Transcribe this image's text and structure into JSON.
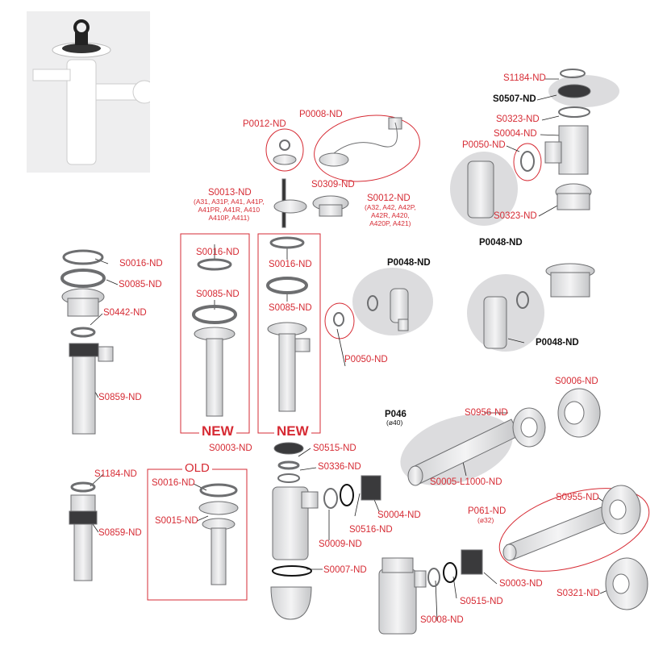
{
  "labels": {
    "s1184_top": "S1184-ND",
    "s0507": "S0507-ND",
    "s0323_top": "S0323-ND",
    "s0004_top": "S0004-ND",
    "p0050_top": "P0050-ND",
    "s0323_bot": "S0323-ND",
    "p0048_top": "P0048-ND",
    "p0012": "P0012-ND",
    "p0008": "P0008-ND",
    "s0013": "S0013-ND",
    "s0013_sub": "(A31, A31P, A41, A41P,\nA41PR, A41R, A410\nA410P, A411)",
    "s0309": "S0309-ND",
    "s0012": "S0012-ND",
    "s0012_sub": "(A32, A42, A42P,\nA42R, A420,\nA420P, A421)",
    "s0016_l": "S0016-ND",
    "s0085_l": "S0085-ND",
    "s0442": "S0442-ND",
    "s0859_l": "S0859-ND",
    "s0016_m1": "S0016-ND",
    "s0085_m1": "S0085-ND",
    "s0016_m2": "S0016-ND",
    "s0085_m2": "S0085-ND",
    "new1": "NEW",
    "new2": "NEW",
    "p0048_mid": "P0048-ND",
    "p0050_mid": "P0050-ND",
    "p0048_right": "P0048-ND",
    "s0006": "S0006-ND",
    "p046": "P046",
    "p046_sub": "(ø40)",
    "s0956": "S0956-ND",
    "s0005": "S0005-L1000-ND",
    "s0003_mid": "S0003-ND",
    "s0515_mid": "S0515-ND",
    "s0336": "S0336-ND",
    "s0004_mid": "S0004-ND",
    "s0516": "S0516-ND",
    "s0009": "S0009-ND",
    "s0007": "S0007-ND",
    "s1184_l": "S1184-ND",
    "s0859_l2": "S0859-ND",
    "old": "OLD",
    "s0016_old": "S0016-ND",
    "s0015": "S0015-ND",
    "s0955": "S0955-ND",
    "p061": "P061-ND",
    "p061_sub": "(ø32)",
    "s0003_bot": "S0003-ND",
    "s0515_bot": "S0515-ND",
    "s0008": "S0008-ND",
    "s0321": "S0321-ND"
  },
  "colors": {
    "accent": "#d62b34",
    "part": "#e6e7e8",
    "part_stroke": "#6d6e70",
    "dark": "#3a3a3c",
    "highlight": "#dcdcde"
  }
}
